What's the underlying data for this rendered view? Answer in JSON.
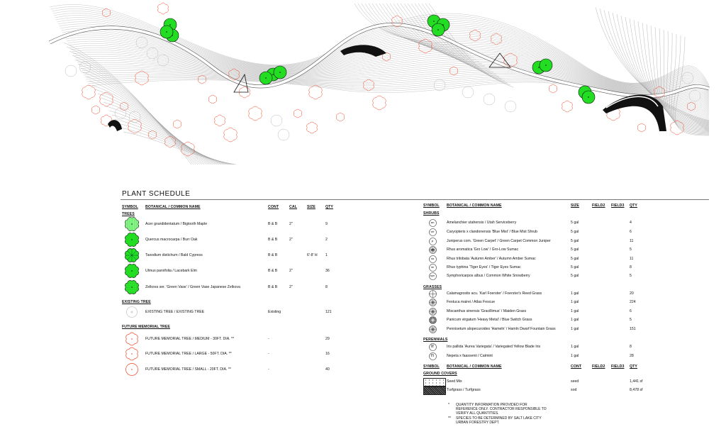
{
  "title": "PLANT SCHEDULE",
  "colors": {
    "tree_green": "#22dd22",
    "memorial_red": "#ee4422",
    "contour_gray": "#999999"
  },
  "left_table": {
    "headers": [
      "SYMBOL",
      "BOTANICAL / COMMON NAME",
      "CONT",
      "CAL",
      "SIZE",
      "QTY"
    ],
    "sections": [
      {
        "label": "TREES",
        "rows": [
          {
            "symbol": "tree-hatched",
            "name": "Acer grandidentatum / Bigtooth Maple",
            "cont": "B & B",
            "cal": "2\"",
            "size": "",
            "qty": "9"
          },
          {
            "symbol": "tree-solid",
            "name": "Quercus macrocarpa / Burr Oak",
            "cont": "B & B",
            "cal": "2\"",
            "size": "",
            "qty": "2"
          },
          {
            "symbol": "tree-radial",
            "name": "Taxodium distichum / Bald Cypress",
            "cont": "B & B",
            "cal": "",
            "size": "6'-8' H",
            "qty": "1"
          },
          {
            "symbol": "tree-solid",
            "name": "Ulmus parvifolia / Lacebark Elm",
            "cont": "B & B",
            "cal": "2\"",
            "size": "",
            "qty": "36"
          },
          {
            "symbol": "tree-dotted",
            "name": "Zelkova ser. 'Green Vase' / Green Vase Japanese Zelkova",
            "cont": "B & B",
            "cal": "2\"",
            "size": "",
            "qty": "8"
          }
        ]
      },
      {
        "label": "EXISTING TREE",
        "rows": [
          {
            "symbol": "existing",
            "name": "EXISTING TREE / EXISTING TREE",
            "cont": "Existing",
            "cal": "",
            "size": "",
            "qty": "121"
          }
        ]
      },
      {
        "label": "FUTURE MEMORIAL TREE",
        "rows": [
          {
            "symbol": "memorial",
            "name": "FUTURE MEMORIAL TREE / MEDIUM - 30FT. DIA. **",
            "cont": "-",
            "cal": "",
            "size": "",
            "qty": "29"
          },
          {
            "symbol": "memorial",
            "name": "FUTURE MEMORIAL TREE / LARGE - 50FT. DIA. **",
            "cont": "-",
            "cal": "",
            "size": "",
            "qty": "16"
          },
          {
            "symbol": "memorial-round",
            "name": "FUTURE MEMORIAL TREE / SMALL - 20FT. DIA. **",
            "cont": "-",
            "cal": "",
            "size": "",
            "qty": "40"
          }
        ]
      }
    ]
  },
  "right_table": {
    "headers": [
      "SYMBOL",
      "BOTANICAL / COMMON NAME",
      "SIZE",
      "FIELD2",
      "FIELD3",
      "QTY"
    ],
    "sections": [
      {
        "label": "SHRUBS",
        "rows": [
          {
            "code": "am",
            "name": "Amelanchier utahensis / Utah Serviceberry",
            "size": "5 gal",
            "qty": "4"
          },
          {
            "code": "cbf",
            "name": "Caryopteris x clandonensis 'Blue Mist' / Blue Mist Shrub",
            "size": "5 gal",
            "qty": "6"
          },
          {
            "code": "jc",
            "name": "Juniperus com. 'Green Carpet' / Green Carpet Common Juniper",
            "size": "5 gal",
            "qty": "11"
          },
          {
            "code": "gro",
            "name": "Rhus aromatica 'Gro Low' / Gro-Low Sumac",
            "size": "5 gal",
            "qty": "5"
          },
          {
            "code": "rta",
            "name": "Rhus trilobata 'Autumn Amber' / Autumn Amber Sumac",
            "size": "5 gal",
            "qty": "11"
          },
          {
            "code": "rte",
            "name": "Rhus typhina 'Tiger Eyes' / Tiger Eyes Sumac",
            "size": "5 gal",
            "qty": "8"
          },
          {
            "code": "sym",
            "name": "Symphoricarpos albus / Common White Snowberry",
            "size": "5 gal",
            "qty": "5"
          }
        ]
      },
      {
        "label": "GRASSES",
        "rows": [
          {
            "code": "g1",
            "name": "Calamagrostis acu. 'Karl Foerster' / Foerster's Reed Grass",
            "size": "1 gal",
            "qty": "20"
          },
          {
            "code": "g2",
            "name": "Festuca mairei / Atlas Fescue",
            "size": "1 gal",
            "qty": "224"
          },
          {
            "code": "g3",
            "name": "Miscanthus sinensis 'Gracillimus' / Maiden Grass",
            "size": "1 gal",
            "qty": "6"
          },
          {
            "code": "g4",
            "name": "Panicum virgatum 'Heavy Metal' / Blue Switch Grass",
            "size": "1 gal",
            "qty": "5"
          },
          {
            "code": "g5",
            "name": "Pennisetum alopecuroides 'Hameln' / Hamln Dwarf Fountain Grass",
            "size": "1 gal",
            "qty": "151"
          }
        ]
      },
      {
        "label": "PERENNIALS",
        "rows": [
          {
            "code": "ir",
            "name": "Iris pallida 'Aurea Variegata' / Variegated  Yellow Blade Iris",
            "size": "1 gal",
            "qty": "8"
          },
          {
            "code": "n",
            "name": "Nepeta x faassenii / Catmint",
            "size": "1 gal",
            "qty": "28"
          }
        ]
      }
    ]
  },
  "ground_table": {
    "headers": [
      "SYMBOL",
      "BOTANICAL / COMMON NAME",
      "CONT",
      "FIELD2",
      "FIELD3",
      "QTY"
    ],
    "label": "GROUND COVERS",
    "rows": [
      {
        "name": "Seed Mix",
        "cont": "seed",
        "qty": "1,441 sf"
      },
      {
        "name": "Turfgrass / Turfgrass",
        "cont": "sod",
        "qty": "8,478 sf"
      }
    ]
  },
  "notes": [
    {
      "mark": "*",
      "text": "QUANTITY INFORMATION PROVIDED FOR\nREFERENCE ONLY. CONTRACTOR RESPONSIBLE TO\nVERIFY ALL QUANTITIES."
    },
    {
      "mark": "**",
      "text": "SPECIES TO BE DETERMINED BY SALT LAKE CITY\nURBAN FORESTRY DEPT."
    }
  ]
}
